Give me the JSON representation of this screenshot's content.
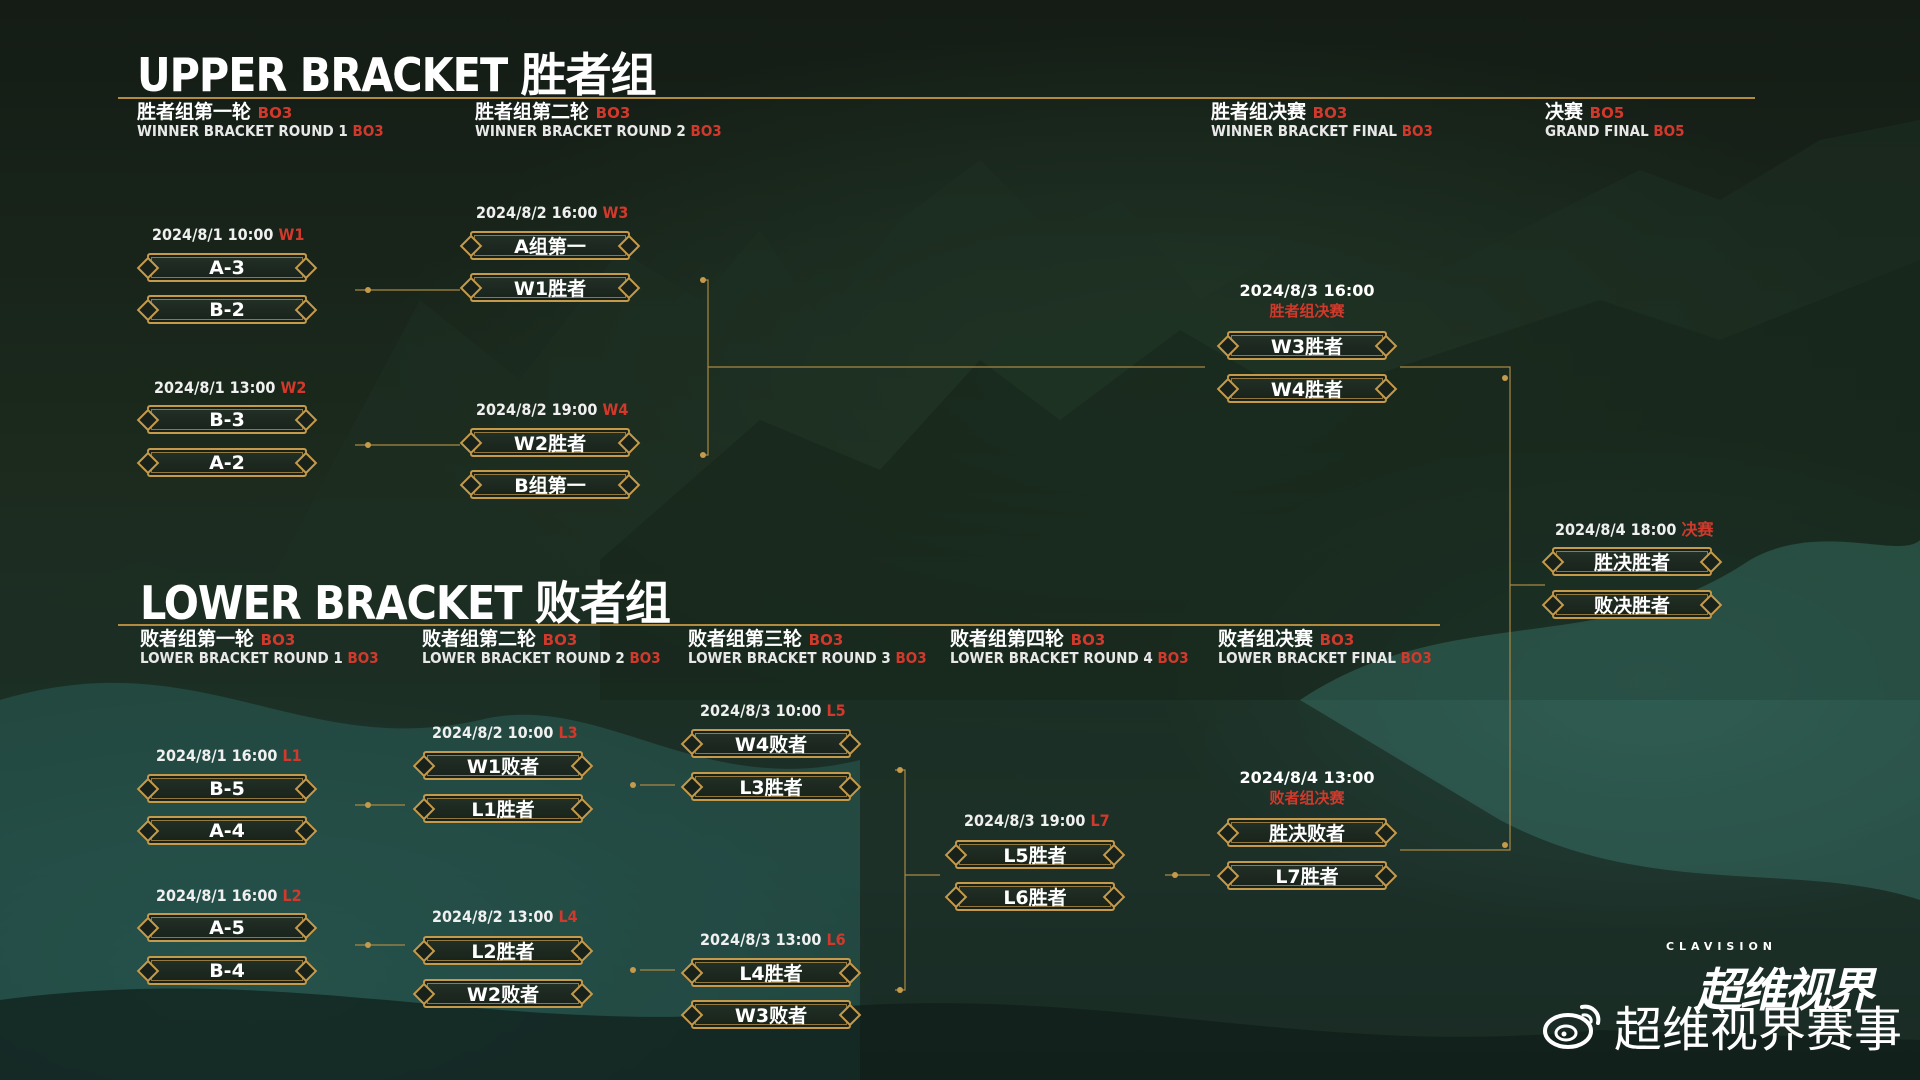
{
  "upper": {
    "title": "UPPER BRACKET 胜者组",
    "rounds": [
      {
        "cn": "胜者组第一轮",
        "en": "WINNER BRACKET ROUND 1",
        "bo": "BO3"
      },
      {
        "cn": "胜者组第二轮",
        "en": "WINNER BRACKET ROUND 2",
        "bo": "BO3"
      },
      {
        "cn": "胜者组决赛",
        "en": "WINNER BRACKET FINAL",
        "bo": "BO3"
      },
      {
        "cn": "决赛",
        "en": "GRAND FINAL",
        "bo": "BO5"
      }
    ],
    "matches": [
      {
        "date": "2024/8/1 10:00",
        "code": "W1",
        "teams": [
          "A-3",
          "B-2"
        ]
      },
      {
        "date": "2024/8/1 13:00",
        "code": "W2",
        "teams": [
          "B-3",
          "A-2"
        ]
      },
      {
        "date": "2024/8/2 16:00",
        "code": "W3",
        "teams": [
          "A组第一",
          "W1胜者"
        ]
      },
      {
        "date": "2024/8/2 19:00",
        "code": "W4",
        "teams": [
          "W2胜者",
          "B组第一"
        ]
      },
      {
        "date": "2024/8/3 16:00",
        "code": "胜者组决赛",
        "teams": [
          "W3胜者",
          "W4胜者"
        ]
      },
      {
        "date": "2024/8/4 18:00",
        "code": "决赛",
        "teams": [
          "胜决胜者",
          "败决胜者"
        ]
      }
    ]
  },
  "lower": {
    "title": "LOWER BRACKET 败者组",
    "rounds": [
      {
        "cn": "败者组第一轮",
        "en": "LOWER BRACKET ROUND 1",
        "bo": "BO3"
      },
      {
        "cn": "败者组第二轮",
        "en": "LOWER BRACKET ROUND 2",
        "bo": "BO3"
      },
      {
        "cn": "败者组第三轮",
        "en": "LOWER BRACKET ROUND 3",
        "bo": "BO3"
      },
      {
        "cn": "败者组第四轮",
        "en": "LOWER BRACKET ROUND 4",
        "bo": "BO3"
      },
      {
        "cn": "败者组决赛",
        "en": "LOWER BRACKET FINAL",
        "bo": "BO3"
      }
    ],
    "matches": [
      {
        "date": "2024/8/1 16:00",
        "code": "L1",
        "teams": [
          "B-5",
          "A-4"
        ]
      },
      {
        "date": "2024/8/1 16:00",
        "code": "L2",
        "teams": [
          "A-5",
          "B-4"
        ]
      },
      {
        "date": "2024/8/2 10:00",
        "code": "L3",
        "teams": [
          "W1败者",
          "L1胜者"
        ]
      },
      {
        "date": "2024/8/2 13:00",
        "code": "L4",
        "teams": [
          "L2胜者",
          "W2败者"
        ]
      },
      {
        "date": "2024/8/3 10:00",
        "code": "L5",
        "teams": [
          "W4败者",
          "L3胜者"
        ]
      },
      {
        "date": "2024/8/3 13:00",
        "code": "L6",
        "teams": [
          "L4胜者",
          "W3败者"
        ]
      },
      {
        "date": "2024/8/3 19:00",
        "code": "L7",
        "teams": [
          "L5胜者",
          "L6胜者"
        ]
      },
      {
        "date": "2024/8/4 13:00",
        "code": "败者组决赛",
        "teams": [
          "胜决败者",
          "L7胜者"
        ]
      }
    ]
  },
  "branding": {
    "logo_en": "CLAVISION",
    "logo_cn": "超维视界",
    "watermark": "超维视界赛事",
    "watermark_icon": "weibo-icon"
  },
  "colors": {
    "gold": "#c59a4b",
    "red": "#d0392b"
  }
}
